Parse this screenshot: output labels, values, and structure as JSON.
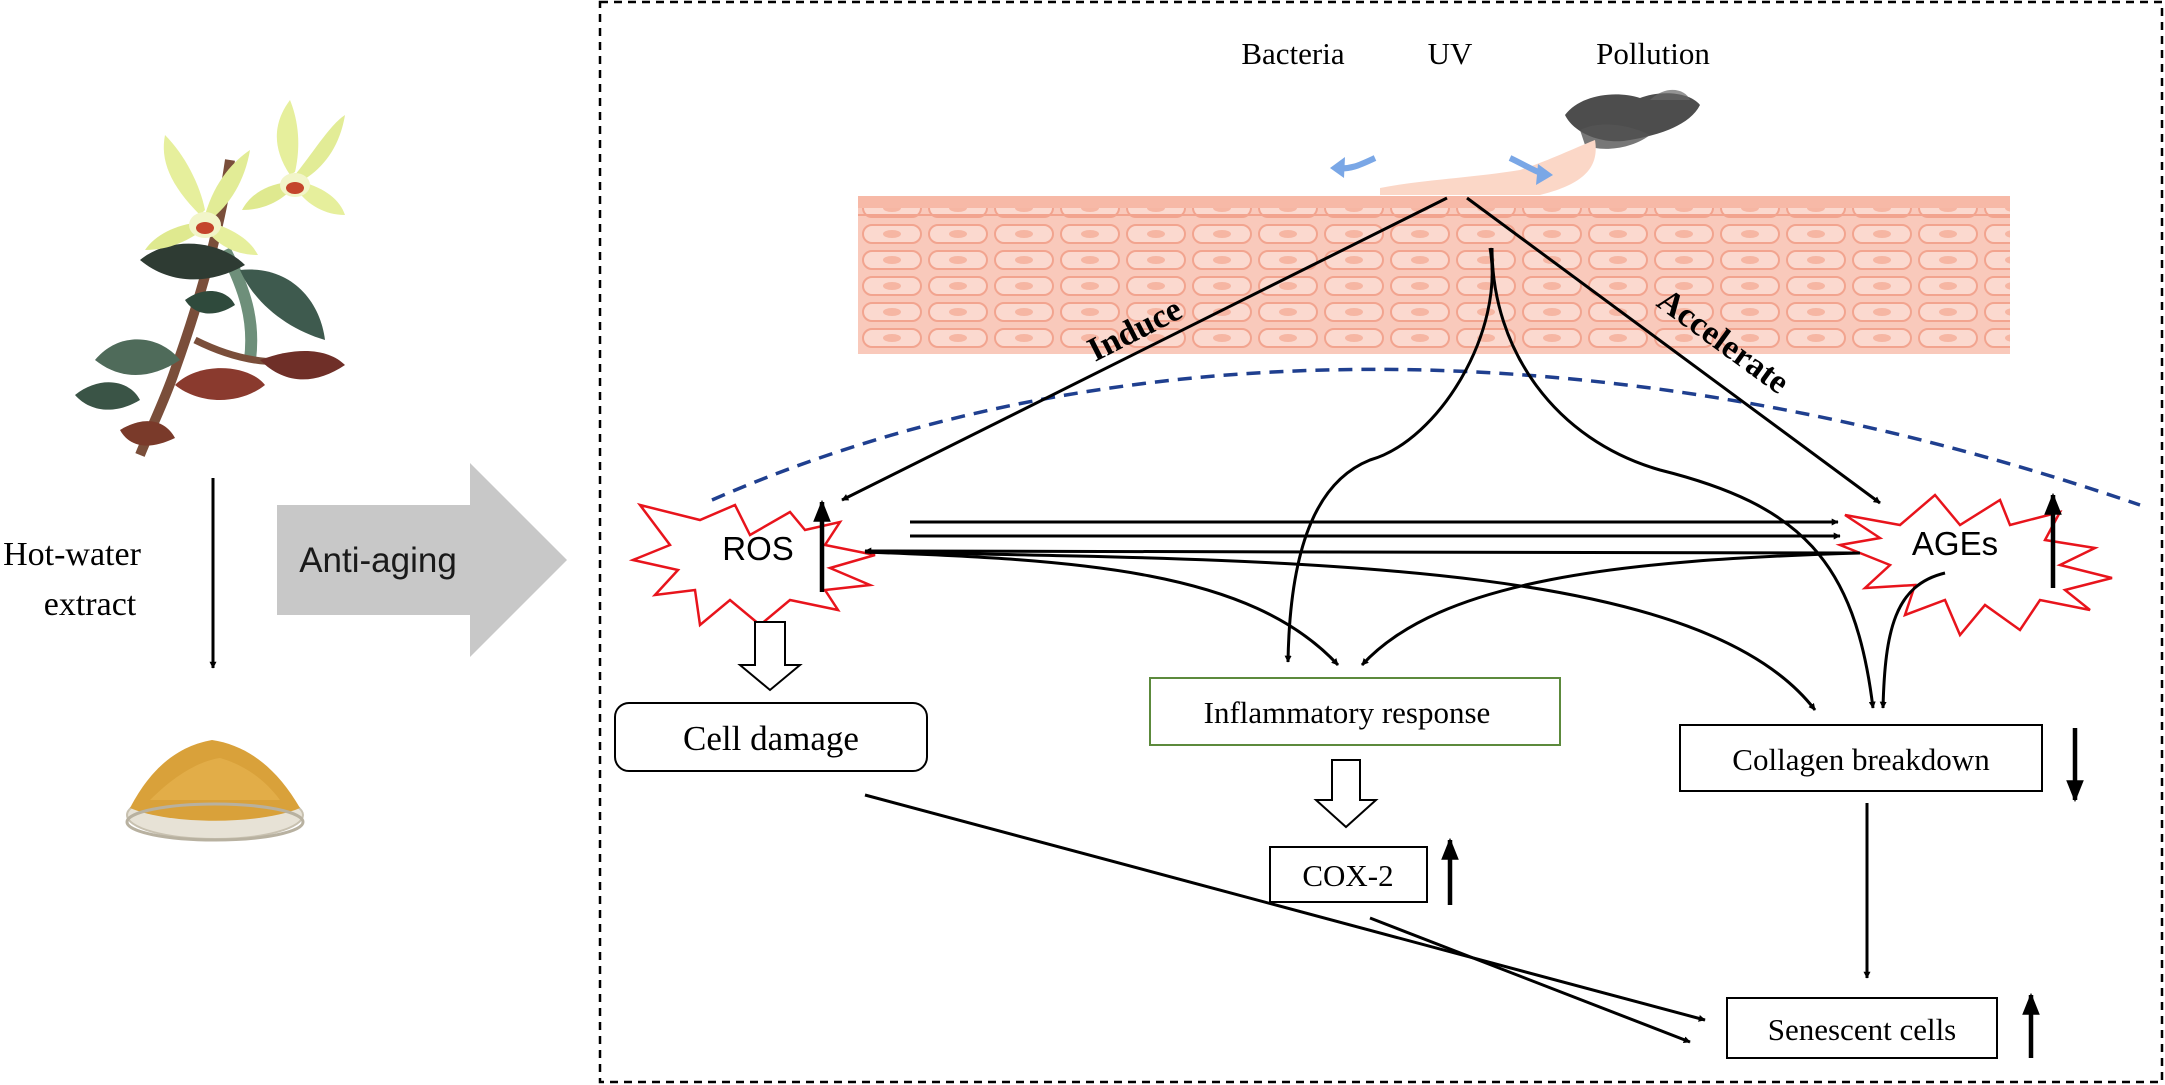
{
  "left_panel": {
    "process_label_line1": "Hot-water",
    "process_label_line2": "extract",
    "big_arrow_label": "Anti-aging"
  },
  "stressors": {
    "bacteria": "Bacteria",
    "uv": "UV",
    "pollution": "Pollution"
  },
  "edge_labels": {
    "induce": "Induce",
    "accelerate": "Accelerate"
  },
  "nodes": {
    "ros": "ROS",
    "ages": "AGEs",
    "cell_damage": "Cell damage",
    "inflammatory_response": "Inflammatory response",
    "cox2": "COX-2",
    "collagen_breakdown": "Collagen breakdown",
    "senescent_cells": "Senescent cells"
  },
  "colors": {
    "starburst_stroke": "#e8141c",
    "dashed_curve": "#1f3f8f",
    "inflammatory_border": "#5c8a3c",
    "skin_fill": "#f9c9bb",
    "gray_arrow": "#c8c8c8",
    "blue_arrow": "#7aa7e6"
  }
}
